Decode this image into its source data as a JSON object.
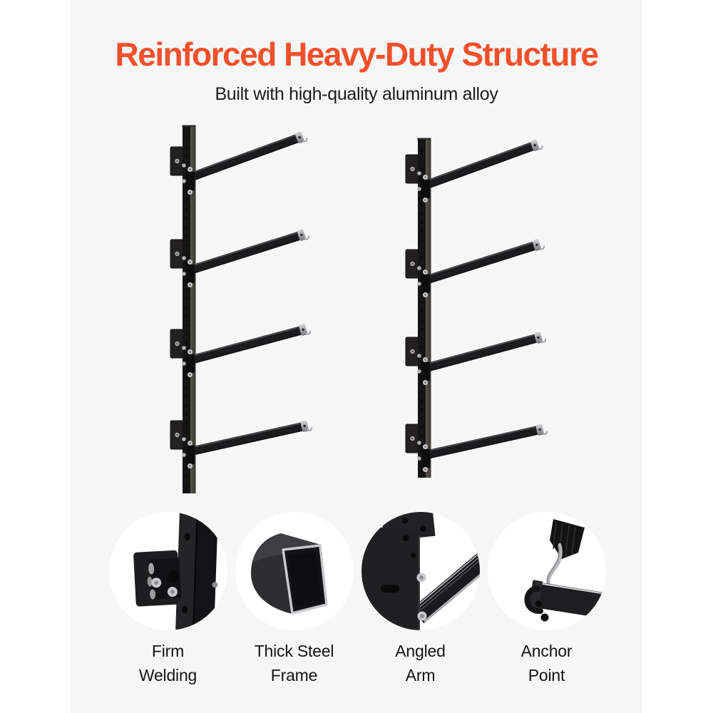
{
  "page": {
    "background": "#ffffff",
    "panel_background": "#f5f6f6",
    "accent": "#f2502b",
    "text_color": "#1b1b1b",
    "product_color": "#1a1a1a"
  },
  "header": {
    "title": "Reinforced Heavy-Duty Structure",
    "subtitle": "Built with high-quality aluminum alloy"
  },
  "figures": {
    "left_rack": "wall-mounted-rack-with-4-angled-arms",
    "right_rack": "wall-mounted-rack-with-4-angled-arms"
  },
  "features": [
    {
      "label": "Firm Welding",
      "label_line1": "Firm",
      "label_line2": "Welding",
      "image": "weld-joint-closeup"
    },
    {
      "label": "Thick Steel Frame",
      "label_line1": "Thick Steel",
      "label_line2": "Frame",
      "image": "square-steel-tube-closeup"
    },
    {
      "label": "Angled Arm",
      "label_line1": "Angled",
      "label_line2": "Arm",
      "image": "angled-arm-joint-closeup"
    },
    {
      "label": "Anchor Point",
      "label_line1": "Anchor",
      "label_line2": "Point",
      "image": "anchor-hook-closeup"
    }
  ]
}
